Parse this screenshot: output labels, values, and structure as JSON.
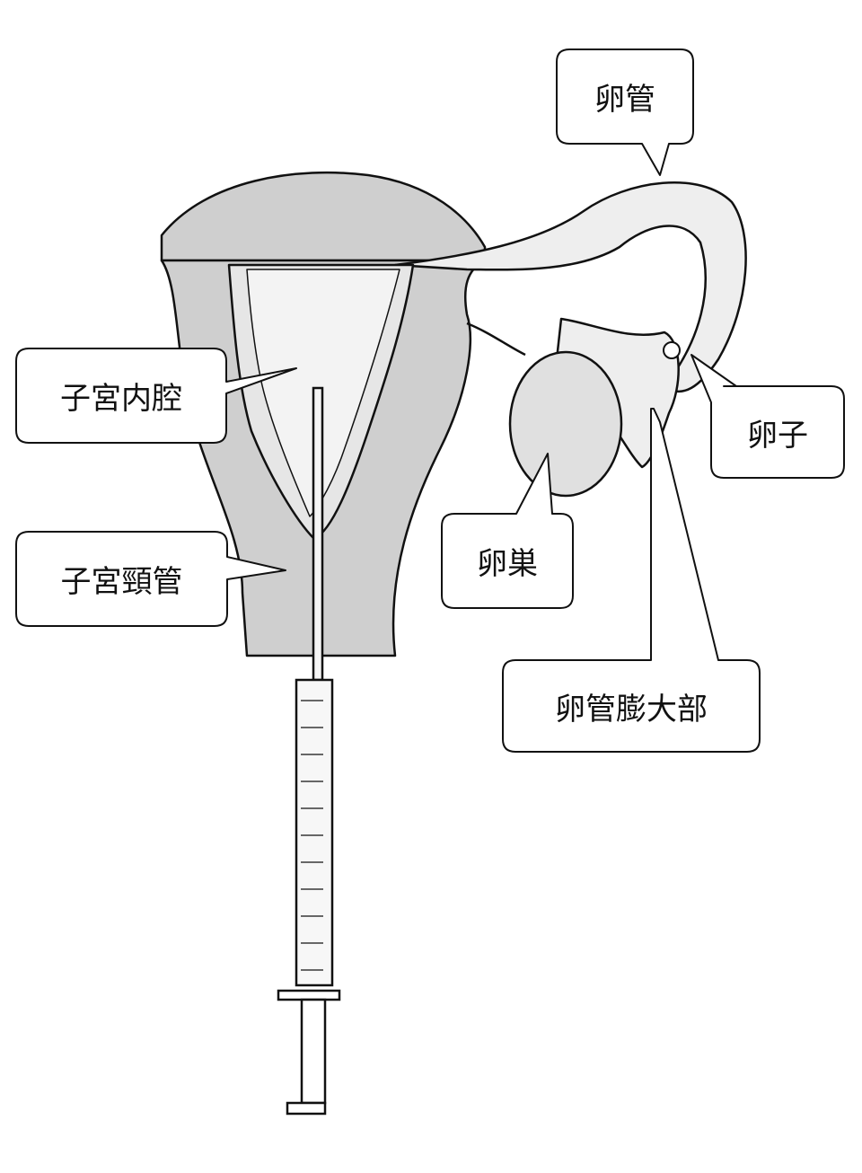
{
  "labels": {
    "fallopian_tube": "卵管",
    "uterine_cavity": "子宮内腔",
    "egg": "卵子",
    "ovary": "卵巣",
    "cervical_canal": "子宮頸管",
    "ampulla": "卵管膨大部"
  },
  "colors": {
    "tissue": "#cfcfcf",
    "cavity": "#e6e6e6",
    "line": "#111111"
  }
}
